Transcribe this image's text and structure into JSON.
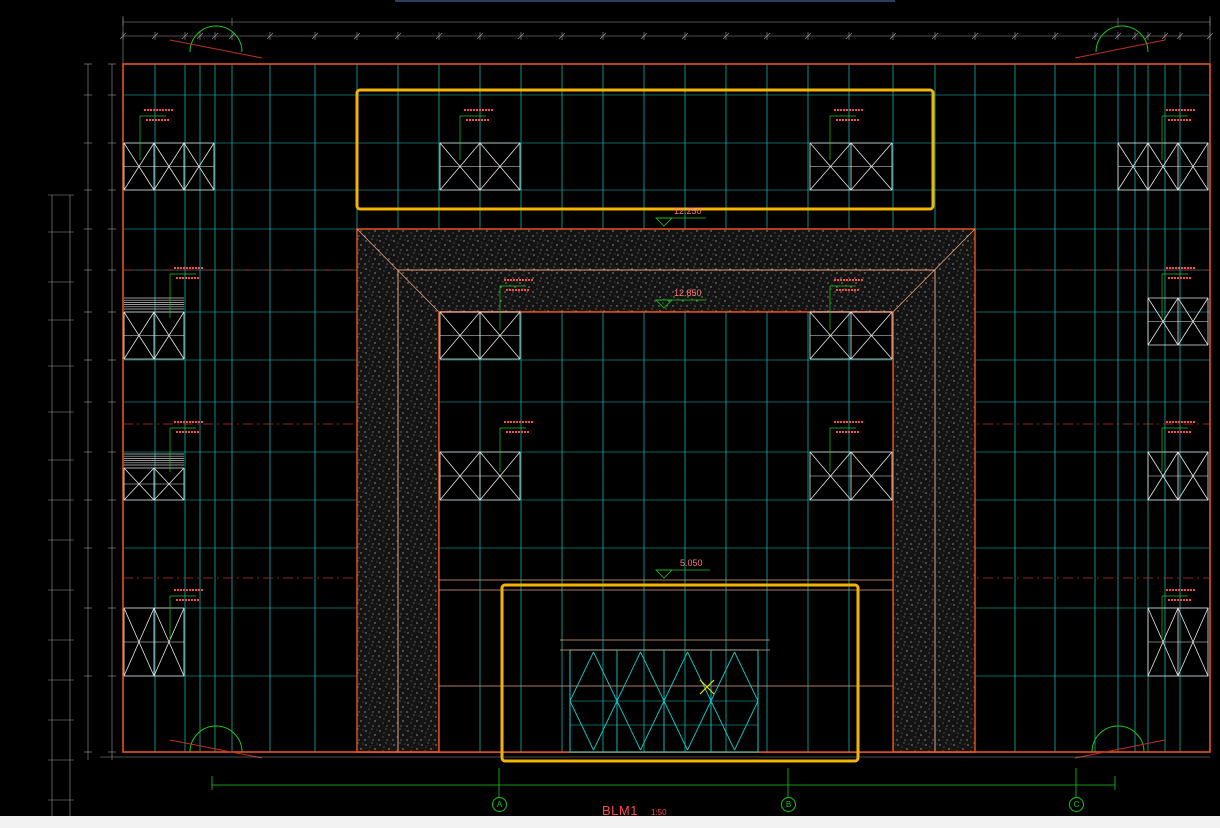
{
  "drawing": {
    "title": "BLM1",
    "scale": "1:50",
    "elevations": [
      "12.250",
      "12.850",
      "5.050"
    ],
    "axes": [
      "A",
      "B",
      "C"
    ]
  },
  "colors": {
    "background": "#000000",
    "outline": "#e8541c",
    "grid": "#16c9c9",
    "dimension": "#18c918",
    "annotation": "#ff4a4a",
    "highlight": "#f5b400",
    "stone_texture": "#d8d8d8"
  }
}
